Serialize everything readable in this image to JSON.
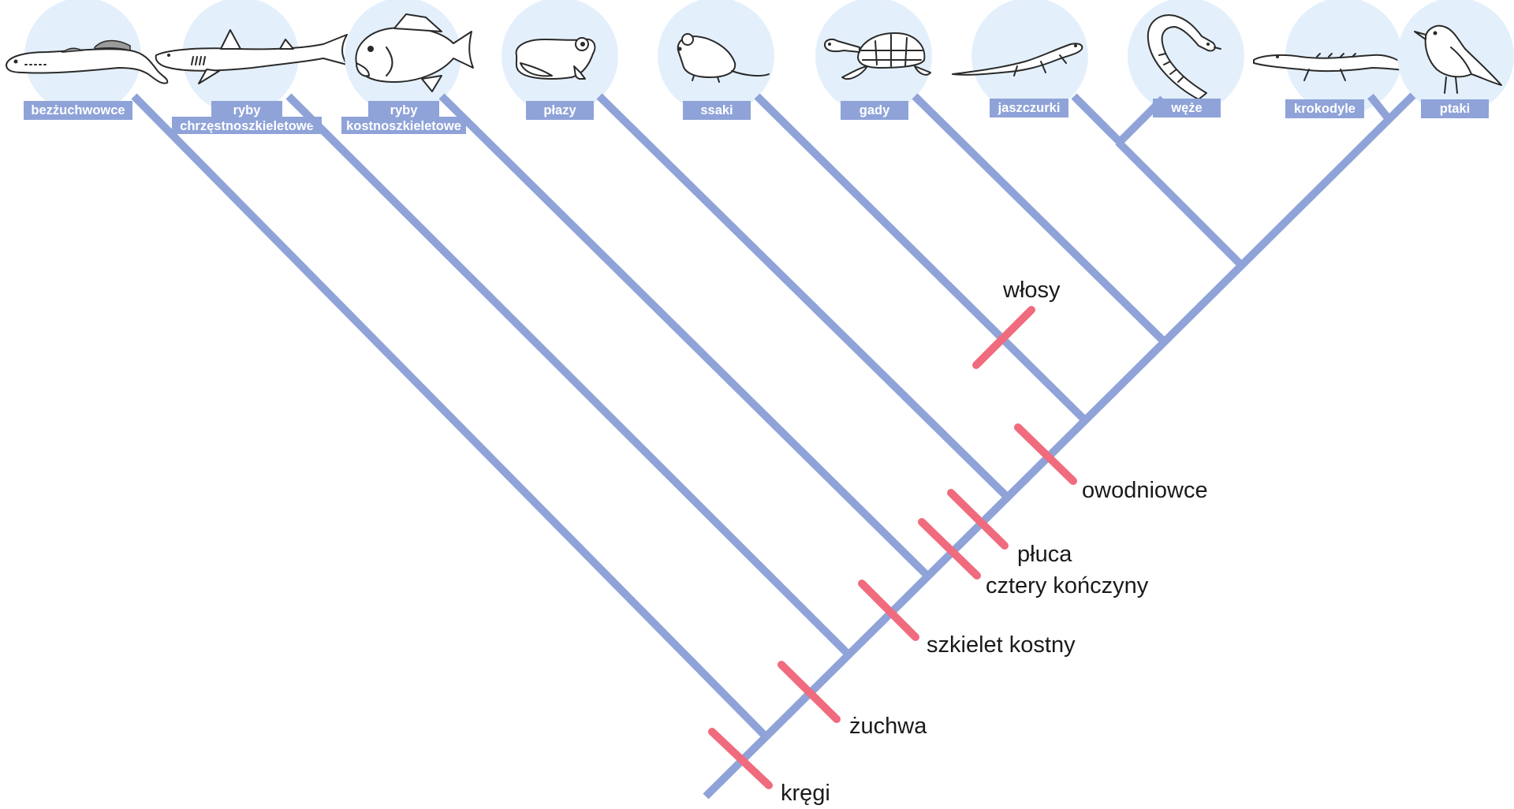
{
  "taxa": [
    {
      "label": "bezżuchwowce",
      "icon": "lamprey-icon"
    },
    {
      "label": "ryby chrzęstnoszkieletowe",
      "line1": "ryby",
      "line2": "chrzęstnoszkieletowe",
      "icon": "shark-icon"
    },
    {
      "label": "ryby kostnoszkieletowe",
      "line1": "ryby",
      "line2": "kostnoszkieletowe",
      "icon": "bony-fish-icon"
    },
    {
      "label": "płazy",
      "icon": "frog-icon"
    },
    {
      "label": "ssaki",
      "icon": "mouse-icon"
    },
    {
      "label": "gady",
      "icon": "turtle-icon"
    },
    {
      "label": "jaszczurki",
      "icon": "lizard-icon"
    },
    {
      "label": "węże",
      "icon": "snake-icon"
    },
    {
      "label": "krokodyle",
      "icon": "crocodile-icon"
    },
    {
      "label": "ptaki",
      "icon": "bird-icon"
    }
  ],
  "traits": {
    "kregi": "kręgi",
    "zuchwa": "żuchwa",
    "szkielet": "szkielet kostny",
    "konczyny": "cztery kończyny",
    "pluca": "płuca",
    "owodniowce": "owodniowce",
    "wlosy": "włosy"
  },
  "colors": {
    "branch": "#8fa3d9",
    "trait_mark": "#f06b7d",
    "taxon_circle": "#e3f0fb",
    "taxon_label_bg": "#8fa3d9",
    "taxon_label_text": "#ffffff"
  }
}
